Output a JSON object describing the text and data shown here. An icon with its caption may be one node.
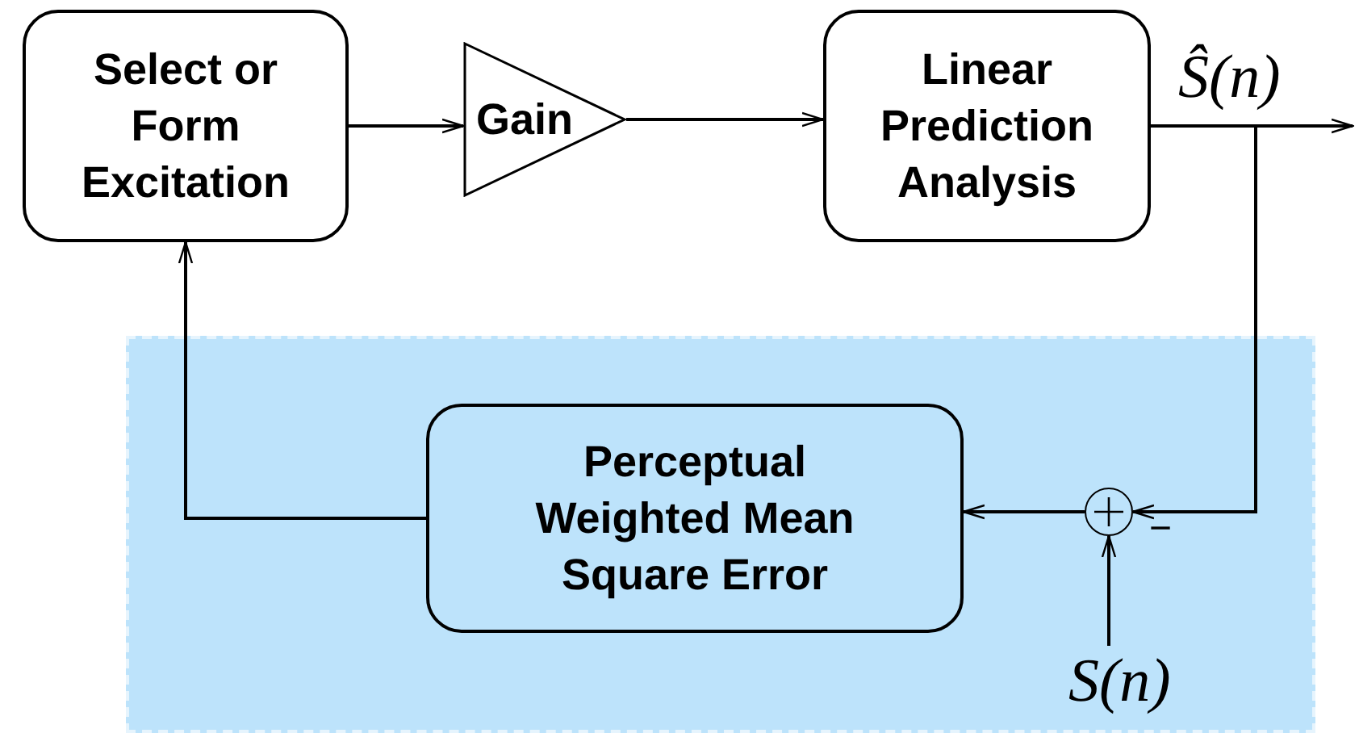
{
  "diagram": {
    "nodes": [
      {
        "text": [
          "Select or Form Excitation"
        ]
      },
      {
        "text": [
          "Gain"
        ]
      },
      {
        "text": [
          "Linear Prediction Analysis"
        ]
      },
      {
        "text": [],
        "shape": "box"
      },
      {
        "text": [
          "Perceptual Weighted Mean Square Error"
        ],
        "in": 3
      },
      {
        "text": [],
        "shape": "circle",
        "in": 3
      },
      {
        "text": [
          "S(n)"
        ],
        "in": 3
      }
    ],
    "edges": [
      {
        "from": 0,
        "to": 1,
        "arrow": "to"
      },
      {
        "from": 1,
        "to": 2,
        "arrow": "to"
      },
      {
        "from": 2,
        "to": null,
        "arrow": "to",
        "label": "Ŝ(n)"
      },
      {
        "from": 2,
        "to": 5,
        "arrow": "to"
      },
      {
        "from": 6,
        "to": 5,
        "arrow": "to"
      },
      {
        "from": 5,
        "to": 4,
        "arrow": "to"
      },
      {
        "from": 4,
        "to": 0,
        "arrow": "to"
      }
    ],
    "labels": [
      "−"
    ]
  }
}
